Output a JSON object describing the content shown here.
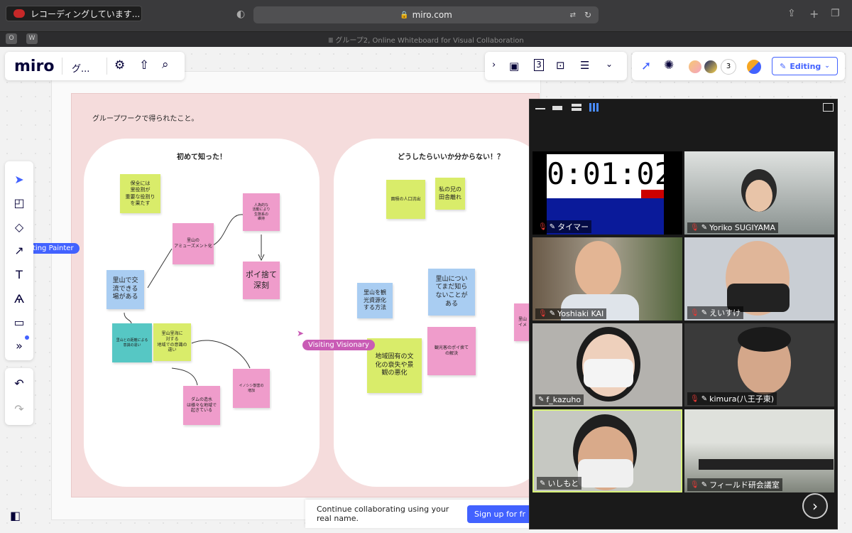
{
  "browser": {
    "recording_label": "レコーディングしています...",
    "url": "miro.com",
    "tab_title": "グループ2, Online Whiteboard for Visual Collaboration",
    "tab_icons": [
      "O",
      "W"
    ]
  },
  "header": {
    "logo": "miro",
    "board_name": "グ...",
    "collaborator_count": "3",
    "editing_label": "Editing"
  },
  "board": {
    "frame_title": "グループワークで得られたこと。",
    "column1_title": "初めて知った！",
    "column2_title": "どうしたらいいか分からない！？",
    "stickies": [
      {
        "text": "保全には\n里役割が\n重要な役割り\nを果たす",
        "color": "yellow"
      },
      {
        "text": "人為的な\n活動により\n生態系の\n維持",
        "color": "pink"
      },
      {
        "text": "里山の\nアミューズメント化",
        "color": "pink"
      },
      {
        "text": "ポイ捨て\n深刻",
        "color": "pink"
      },
      {
        "text": "里山で交\n流できる\n場がある",
        "color": "blue"
      },
      {
        "text": "里山との距離による\n意識の違い",
        "color": "teal"
      },
      {
        "text": "里山里海に\n対する\n地域での意識の\n違い",
        "color": "yellow"
      },
      {
        "text": "ダムの造水\nは様々な地域で\n起きている",
        "color": "pink"
      },
      {
        "text": "イノシシ獣害の\n増加",
        "color": "pink"
      },
      {
        "text": "面積の人口流出",
        "color": "yellow"
      },
      {
        "text": "私の兄の\n田舎離れ",
        "color": "yellow"
      },
      {
        "text": "里山を観\n光資源化\nする方法",
        "color": "blue"
      },
      {
        "text": "里山につい\nてまだ知ら\nないことが\nある",
        "color": "blue"
      },
      {
        "text": "観光客のポイ捨て\nの解決",
        "color": "pink"
      },
      {
        "text": "地域固有の文\n化の衰失や景\n観の悪化",
        "color": "yellow"
      },
      {
        "text": "里山\nイメ",
        "color": "pink"
      }
    ],
    "cursors": {
      "painter": "ting Painter",
      "visionary": "Visiting Visionary"
    }
  },
  "signup": {
    "text": "Continue collaborating using your real name.",
    "button": "Sign up for fr"
  },
  "zoom": {
    "timer": "0:01:02",
    "participants": [
      {
        "name": "タイマー",
        "muted": true
      },
      {
        "name": "Yoriko SUGIYAMA",
        "muted": true
      },
      {
        "name": "Yoshiaki KAI",
        "muted": true
      },
      {
        "name": "えいすけ",
        "muted": true
      },
      {
        "name": "f_kazuho",
        "muted": false
      },
      {
        "name": "kimura(八王子東)",
        "muted": true
      },
      {
        "name": "いしもと",
        "muted": false
      },
      {
        "name": "フィールド研会議室",
        "muted": true
      }
    ]
  },
  "colors": {
    "miro_blue": "#4262ff",
    "frame_pink": "#f5dcdc",
    "sticky_yellow": "#d9ec6a",
    "sticky_pink": "#ef9ccb",
    "sticky_blue": "#a9cdf2",
    "sticky_teal": "#56c7c4",
    "visionary_magenta": "#c95bb5",
    "active_speaker": "#d8f27a"
  }
}
